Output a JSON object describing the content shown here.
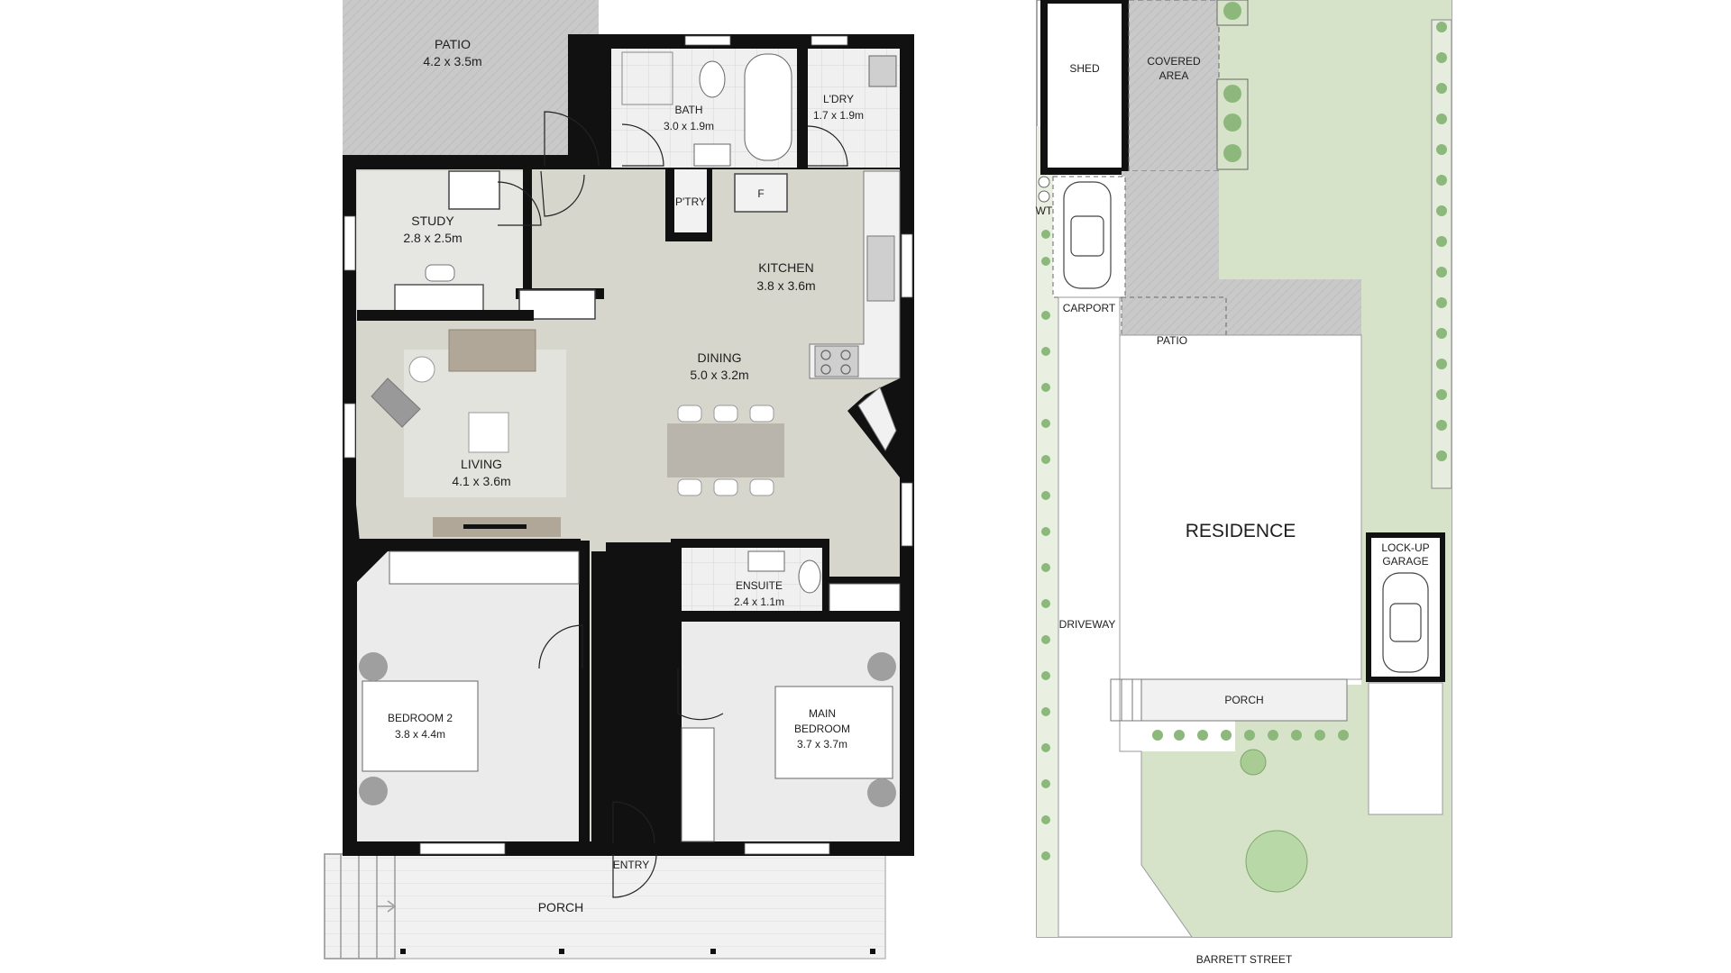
{
  "floor_plan": {
    "rooms": [
      {
        "name": "PATIO",
        "size": "4.2 x 3.5m"
      },
      {
        "name": "BATH",
        "size": "3.0 x 1.9m"
      },
      {
        "name": "L'DRY",
        "size": "1.7 x 1.9m"
      },
      {
        "name": "STUDY",
        "size": "2.8 x 2.5m"
      },
      {
        "name": "P'TRY",
        "size": ""
      },
      {
        "name": "F",
        "size": ""
      },
      {
        "name": "KITCHEN",
        "size": "3.8 x 3.6m"
      },
      {
        "name": "DINING",
        "size": "5.0 x 3.2m"
      },
      {
        "name": "LIVING",
        "size": "4.1 x 3.6m"
      },
      {
        "name": "ENSUITE",
        "size": "2.4 x 1.1m"
      },
      {
        "name": "BEDROOM 2",
        "size": "3.8 x 4.4m"
      },
      {
        "name": "MAIN",
        "name2": "BEDROOM",
        "size": "3.7 x 3.7m"
      },
      {
        "name": "ENTRY",
        "size": ""
      },
      {
        "name": "PORCH",
        "size": ""
      }
    ]
  },
  "site_plan": {
    "labels": {
      "shed": "SHED",
      "covered_1": "COVERED",
      "covered_2": "AREA",
      "wt": "WT",
      "carport": "CARPORT",
      "patio": "PATIO",
      "residence": "RESIDENCE",
      "garage_1": "LOCK-UP",
      "garage_2": "GARAGE",
      "driveway": "DRIVEWAY",
      "porch": "PORCH",
      "street": "BARRETT STREET"
    }
  },
  "colors": {
    "wall": "#111111",
    "floor_main": "#d6d6cd",
    "floor_room": "#ebebeb",
    "tile": "#eff0ef",
    "patio": "#c9c9c9",
    "lawn": "#d7e3c9",
    "hedge": "#8cb87c",
    "furniture": "#b0a89a",
    "bed": "#ffffff",
    "circle": "#9f9f9f"
  }
}
